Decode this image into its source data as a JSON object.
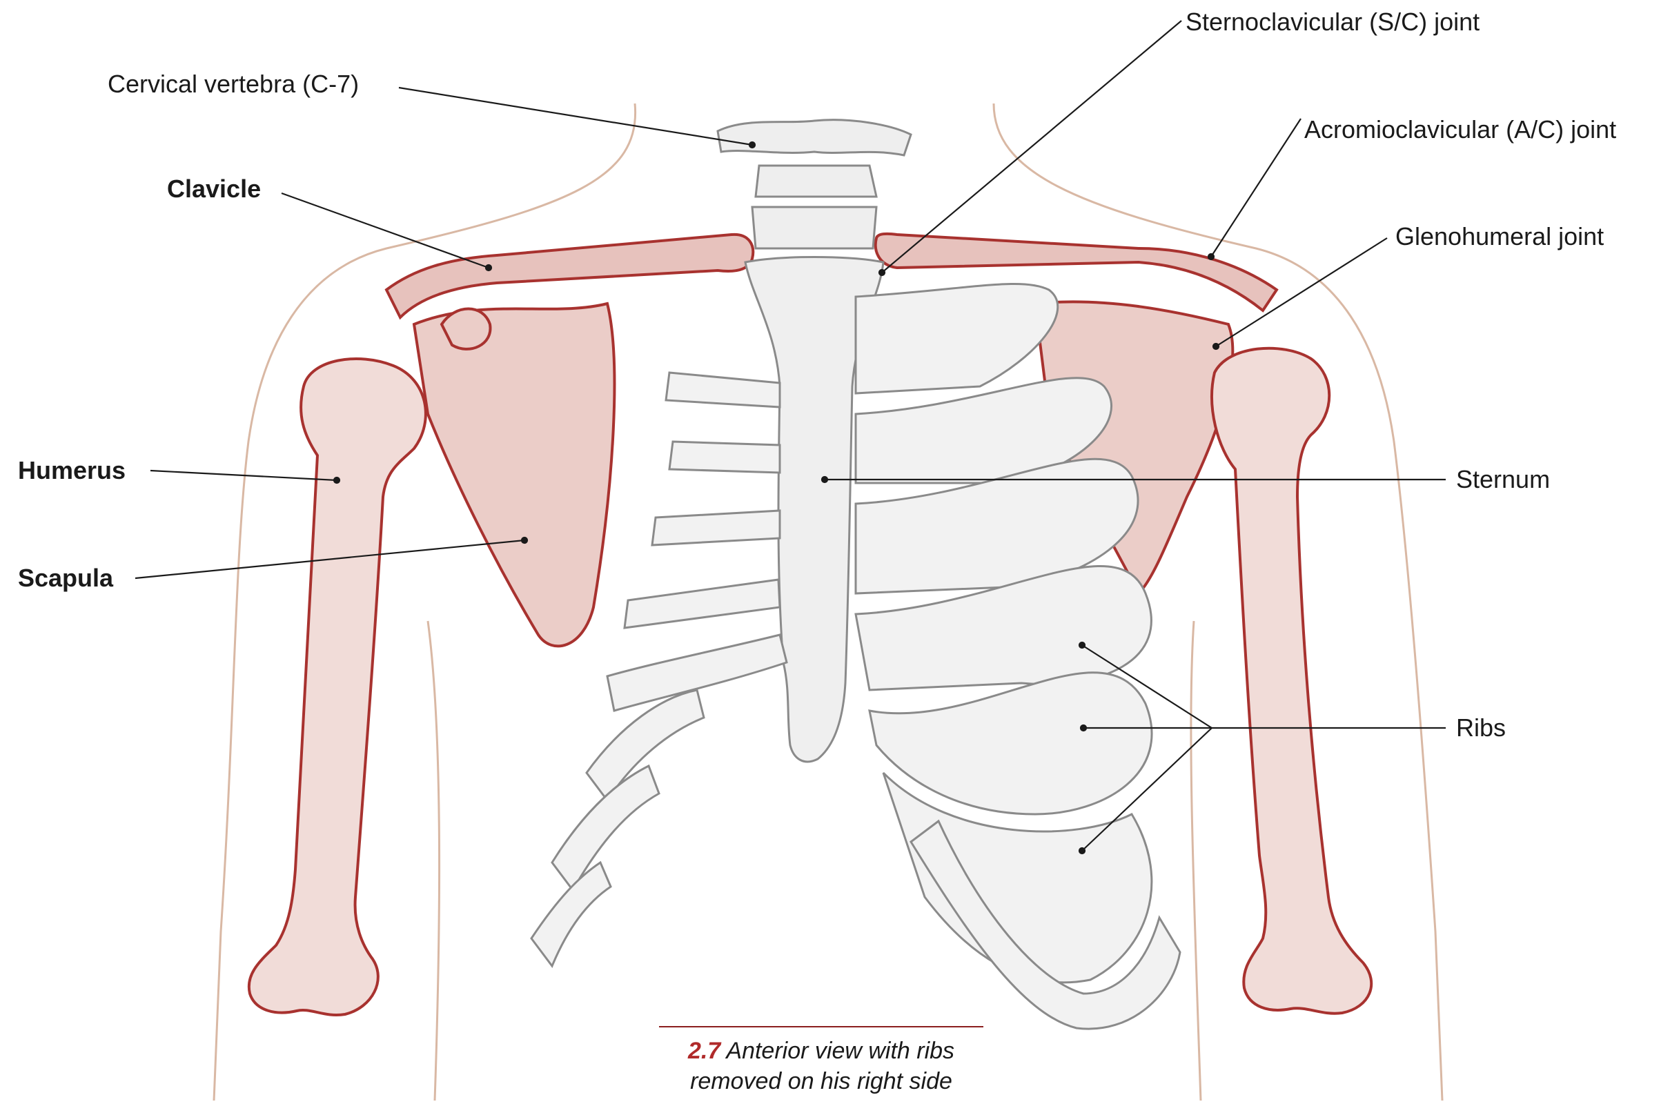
{
  "labels": {
    "sternoclavicular": "Sternoclavicular (S/C) joint",
    "cervical": "Cervical vertebra (C-7)",
    "acromioclavicular": "Acromioclavicular (A/C) joint",
    "clavicle": "Clavicle",
    "glenohumeral": "Glenohumeral joint",
    "humerus": "Humerus",
    "sternum": "Sternum",
    "scapula": "Scapula",
    "ribs": "Ribs"
  },
  "caption": {
    "figure_number": "2.7",
    "line1": "Anterior view with ribs",
    "line2": "removed on his right side"
  },
  "colors": {
    "bone_red": "#a8322f",
    "bone_red_fill": "#e7c2bd",
    "bone_gray": "#8a8a8a",
    "bone_gray_fill": "#eeeeee",
    "skin_outline": "#d9b8a4",
    "leader": "#1a1a1a"
  }
}
